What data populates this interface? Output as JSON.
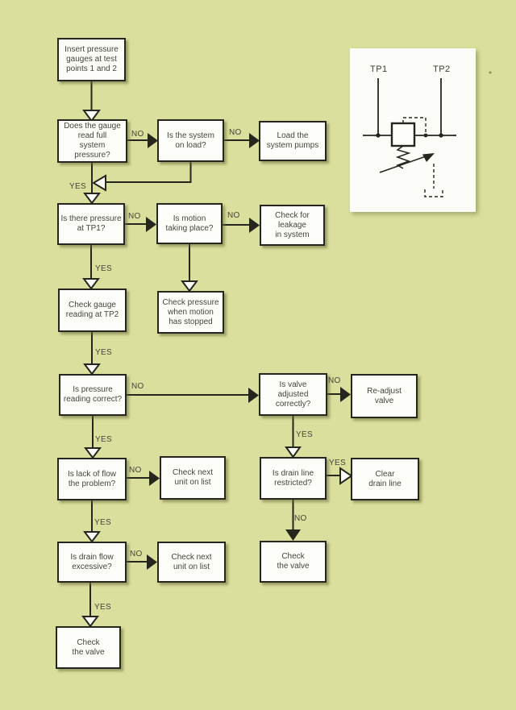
{
  "colors": {
    "background": "#dbdf9d",
    "box_fill": "#fdfdfa",
    "line": "#26261f",
    "text": "#45453b"
  },
  "flowchart": {
    "nodes": [
      {
        "id": "insert-gauges",
        "label": "Insert pressure\ngauges at test\npoints 1 and 2"
      },
      {
        "id": "gauge-full-pressure",
        "label": "Does the gauge\nread full\nsystem\npressure?"
      },
      {
        "id": "system-on-load",
        "label": "Is the system\non load?"
      },
      {
        "id": "load-system-pumps",
        "label": "Load the\nsystem pumps"
      },
      {
        "id": "pressure-at-tp1",
        "label": "Is there pressure\nat TP1?"
      },
      {
        "id": "motion-taking-place",
        "label": "Is motion\ntaking place?"
      },
      {
        "id": "leakage-check",
        "label": "Check for\nleakage\nin system"
      },
      {
        "id": "check-gauge-tp2",
        "label": "Check gauge\nreading at TP2"
      },
      {
        "id": "pressure-when-stopped",
        "label": "Check pressure\nwhen motion\nhas stopped"
      },
      {
        "id": "pressure-reading-correct",
        "label": "Is pressure\nreading correct?"
      },
      {
        "id": "valve-adjusted-correctly",
        "label": "Is valve\nadjusted\ncorrectly?"
      },
      {
        "id": "readjust-valve",
        "label": "Re-adjust\nvalve"
      },
      {
        "id": "lack-of-flow",
        "label": "Is lack of flow\nthe problem?"
      },
      {
        "id": "check-next-unit-1",
        "label": "Check next\nunit on list"
      },
      {
        "id": "drain-line-restricted",
        "label": "Is drain line\nrestricted?"
      },
      {
        "id": "clear-drain-line",
        "label": "Clear\ndrain line"
      },
      {
        "id": "check-the-valve-1",
        "label": "Check\nthe valve"
      },
      {
        "id": "drain-flow-excessive",
        "label": "Is drain flow\nexcessive?"
      },
      {
        "id": "check-next-unit-2",
        "label": "Check next\nunit on list"
      },
      {
        "id": "check-the-valve-2",
        "label": "Check\nthe valve"
      }
    ],
    "edges": [
      {
        "from": "insert-gauges",
        "to": "gauge-full-pressure",
        "label": ""
      },
      {
        "from": "gauge-full-pressure",
        "to": "system-on-load",
        "label": "NO"
      },
      {
        "from": "system-on-load",
        "to": "load-system-pumps",
        "label": "NO"
      },
      {
        "from": "system-on-load",
        "to": "pressure-at-tp1",
        "label": ""
      },
      {
        "from": "gauge-full-pressure",
        "to": "pressure-at-tp1",
        "label": "YES"
      },
      {
        "from": "pressure-at-tp1",
        "to": "motion-taking-place",
        "label": "NO"
      },
      {
        "from": "motion-taking-place",
        "to": "leakage-check",
        "label": "NO"
      },
      {
        "from": "pressure-at-tp1",
        "to": "check-gauge-tp2",
        "label": "YES"
      },
      {
        "from": "motion-taking-place",
        "to": "pressure-when-stopped",
        "label": ""
      },
      {
        "from": "check-gauge-tp2",
        "to": "pressure-reading-correct",
        "label": "YES"
      },
      {
        "from": "pressure-reading-correct",
        "to": "valve-adjusted-correctly",
        "label": "NO"
      },
      {
        "from": "valve-adjusted-correctly",
        "to": "readjust-valve",
        "label": "NO"
      },
      {
        "from": "valve-adjusted-correctly",
        "to": "drain-line-restricted",
        "label": "YES"
      },
      {
        "from": "pressure-reading-correct",
        "to": "lack-of-flow",
        "label": "YES"
      },
      {
        "from": "lack-of-flow",
        "to": "check-next-unit-1",
        "label": "NO"
      },
      {
        "from": "drain-line-restricted",
        "to": "clear-drain-line",
        "label": "YES"
      },
      {
        "from": "drain-line-restricted",
        "to": "check-the-valve-1",
        "label": "NO"
      },
      {
        "from": "lack-of-flow",
        "to": "drain-flow-excessive",
        "label": "YES"
      },
      {
        "from": "drain-flow-excessive",
        "to": "check-next-unit-2",
        "label": "NO"
      },
      {
        "from": "drain-flow-excessive",
        "to": "check-the-valve-2",
        "label": "YES"
      }
    ]
  },
  "inset": {
    "tp1": "TP1",
    "tp2": "TP2"
  }
}
